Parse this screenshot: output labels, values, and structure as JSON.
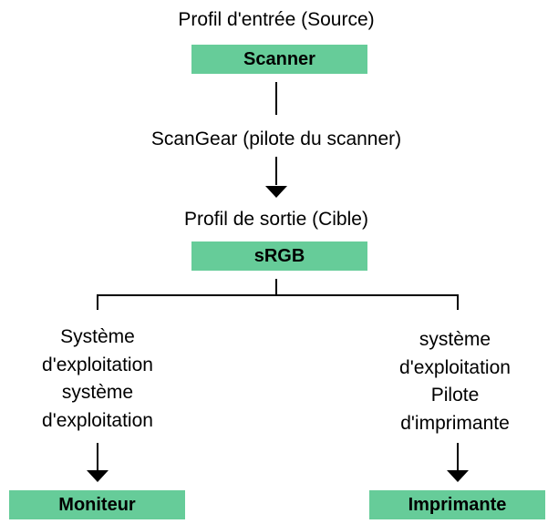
{
  "colors": {
    "box_fill": "#66cc99",
    "line": "#000000",
    "text": "#000000",
    "background": "#ffffff"
  },
  "nodes": {
    "input_profile_label": "Profil d'entrée (Source)",
    "scanner_box": "Scanner",
    "driver_label": "ScanGear (pilote du scanner)",
    "output_profile_label": "Profil de sortie (Cible)",
    "srgb_box": "sRGB",
    "monitor_box": "Moniteur",
    "printer_box": "Imprimante"
  },
  "left_branch": {
    "lines": [
      "Système",
      "d'exploitation",
      "système",
      "d'exploitation"
    ]
  },
  "right_branch": {
    "lines": [
      "système",
      "d'exploitation",
      "Pilote",
      "d'imprimante"
    ]
  }
}
